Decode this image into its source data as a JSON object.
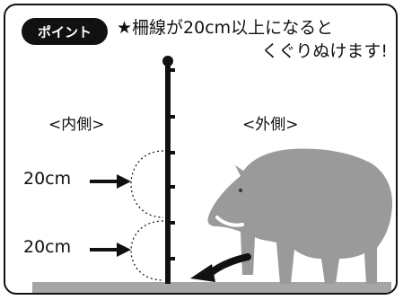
{
  "badge": {
    "label": "ポイント"
  },
  "note": {
    "line1": "★柵線が20cm以上になると",
    "line2": "くぐりぬけます!"
  },
  "labels": {
    "inside": "<内側>",
    "outside": "<外側>"
  },
  "measurements": {
    "upper": "20cm",
    "lower": "20cm"
  },
  "icons": {
    "arrow": "right-arrow-icon",
    "boar": "wild-boar-silhouette",
    "curved_arrow": "curved-arrow-icon"
  },
  "colors": {
    "ink": "#111111",
    "ground": "#a6a6a6",
    "boar": "#9a9a9a"
  }
}
